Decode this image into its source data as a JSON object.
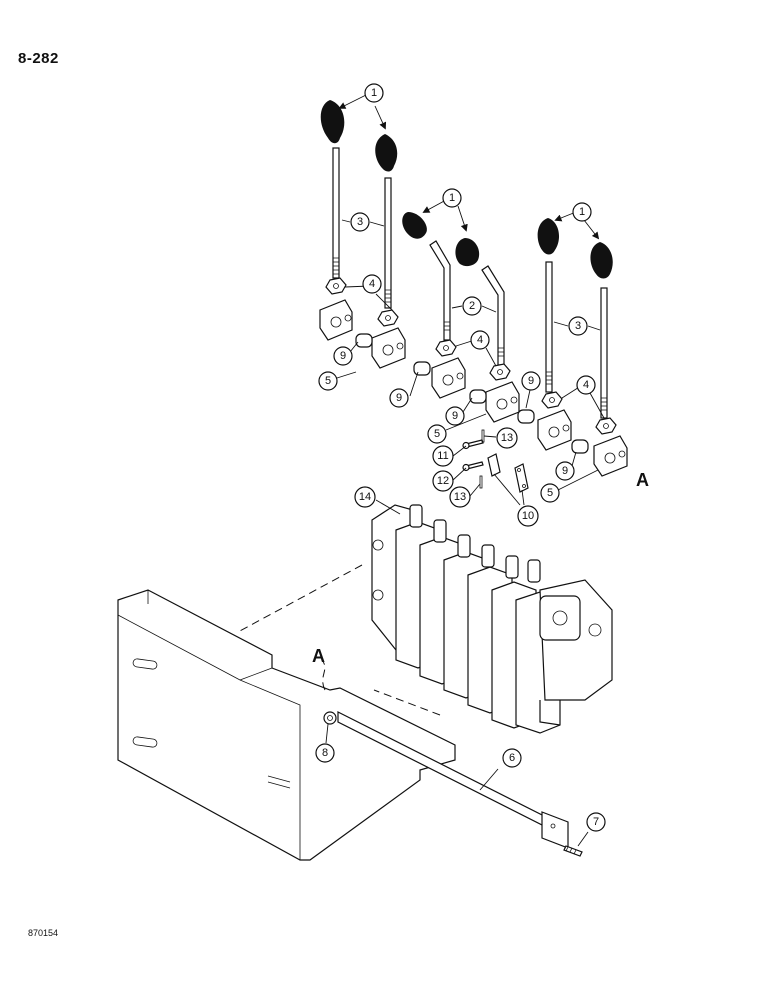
{
  "page": {
    "page_number": "8-282",
    "figure_code": "870154"
  },
  "reference_letter": "A",
  "callouts": [
    {
      "label": "1"
    },
    {
      "label": "1"
    },
    {
      "label": "1"
    },
    {
      "label": "3"
    },
    {
      "label": "2"
    },
    {
      "label": "3"
    },
    {
      "label": "4"
    },
    {
      "label": "4"
    },
    {
      "label": "4"
    },
    {
      "label": "9"
    },
    {
      "label": "9"
    },
    {
      "label": "9"
    },
    {
      "label": "9"
    },
    {
      "label": "9"
    },
    {
      "label": "5"
    },
    {
      "label": "5"
    },
    {
      "label": "5"
    },
    {
      "label": "13"
    },
    {
      "label": "11"
    },
    {
      "label": "12"
    },
    {
      "label": "13"
    },
    {
      "label": "10"
    },
    {
      "label": "14"
    },
    {
      "label": "8"
    },
    {
      "label": "6"
    },
    {
      "label": "7"
    }
  ]
}
